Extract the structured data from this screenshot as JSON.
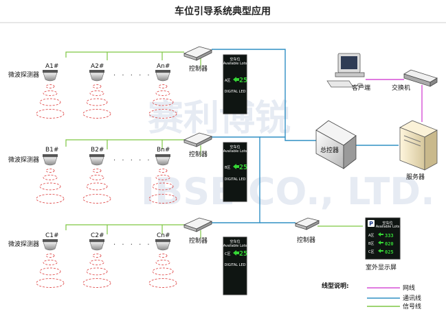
{
  "title": "车位引导系统典型应用",
  "watermark": {
    "cn": "赛利博锐",
    "en": "IBSE CO., LTD."
  },
  "rows": [
    {
      "probe_label": "微波探测器",
      "probes": [
        "A1#",
        "A2#",
        "An#"
      ],
      "controller": "控制器",
      "sign_title": "空车位",
      "sign_sub": "Available Lots",
      "sign_row": "A区",
      "sign_num": "25",
      "sign_footer": "DIGITAL LED"
    },
    {
      "probe_label": "微波探测器",
      "probes": [
        "B1#",
        "B2#",
        "Bn#"
      ],
      "controller": "控制器",
      "sign_title": "空车位",
      "sign_sub": "Available Lots",
      "sign_row": "B区",
      "sign_num": "25",
      "sign_footer": "DIGITAL LED"
    },
    {
      "probe_label": "微波探测器",
      "probes": [
        "C1#",
        "C2#",
        "Cn#"
      ],
      "controller": "控制器",
      "sign_title": "空车位",
      "sign_sub": "Available Lots",
      "sign_row": "C区",
      "sign_num": "25",
      "sign_footer": "DIGITAL LED"
    }
  ],
  "dots": "· · · · · ·",
  "client": "客户端",
  "switch": "交换机",
  "master": "总控器",
  "server": "服务器",
  "outdoor_controller": "控制器",
  "outdoor": {
    "p": "P",
    "title": "空车位",
    "sub": "Available Lots",
    "rows": [
      {
        "area": "A区",
        "num": "333"
      },
      {
        "area": "B区",
        "num": "020"
      },
      {
        "area": "C区",
        "num": "025"
      }
    ],
    "label": "室外显示屏"
  },
  "legend": {
    "title": "线型说明:",
    "items": [
      {
        "label": "网线",
        "color": "#d64fd6"
      },
      {
        "label": "通讯线",
        "color": "#2f8fc4"
      },
      {
        "label": "信号线",
        "color": "#7dc642"
      }
    ]
  },
  "colors": {
    "network": "#d64fd6",
    "comm": "#2f8fc4",
    "signal": "#7dc642",
    "ellipse": "#e05050"
  }
}
